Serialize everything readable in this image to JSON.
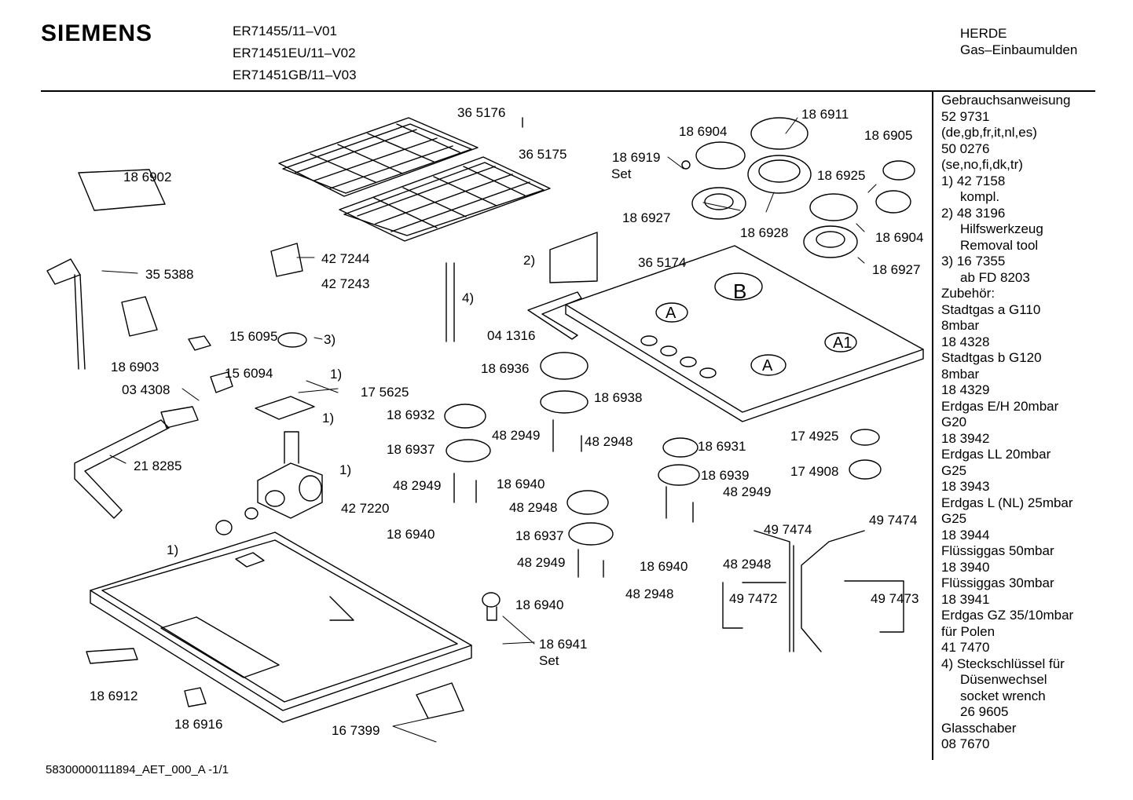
{
  "header": {
    "brand": "SIEMENS",
    "models": [
      "ER71455/11–V01",
      "ER71451EU/11–V02",
      "ER71451GB/11–V03"
    ],
    "category": "HERDE",
    "subcategory": "Gas–Einbaumulden"
  },
  "sidebar": [
    {
      "text": "Gebrauchsanweisung",
      "indent": false
    },
    {
      "text": "52 9731",
      "indent": false
    },
    {
      "text": "(de,gb,fr,it,nl,es)",
      "indent": false
    },
    {
      "text": "50 0276",
      "indent": false
    },
    {
      "text": "(se,no,fi,dk,tr)",
      "indent": false
    },
    {
      "text": "1) 42 7158",
      "indent": false
    },
    {
      "text": "kompl.",
      "indent": true
    },
    {
      "text": "2) 48 3196",
      "indent": false
    },
    {
      "text": "Hilfswerkzeug",
      "indent": true
    },
    {
      "text": "Removal tool",
      "indent": true
    },
    {
      "text": "3) 16 7355",
      "indent": false
    },
    {
      "text": "ab FD 8203",
      "indent": true
    },
    {
      "text": "Zubehör:",
      "indent": false
    },
    {
      "text": "Stadtgas a G110",
      "indent": false
    },
    {
      "text": "8mbar",
      "indent": false
    },
    {
      "text": "18 4328",
      "indent": false
    },
    {
      "text": "Stadtgas b G120",
      "indent": false
    },
    {
      "text": "8mbar",
      "indent": false
    },
    {
      "text": "18 4329",
      "indent": false
    },
    {
      "text": "Erdgas E/H 20mbar",
      "indent": false
    },
    {
      "text": "G20",
      "indent": false
    },
    {
      "text": "18 3942",
      "indent": false
    },
    {
      "text": "Erdgas LL 20mbar",
      "indent": false
    },
    {
      "text": "G25",
      "indent": false
    },
    {
      "text": "18 3943",
      "indent": false
    },
    {
      "text": "Erdgas L (NL) 25mbar",
      "indent": false
    },
    {
      "text": "G25",
      "indent": false
    },
    {
      "text": "18 3944",
      "indent": false
    },
    {
      "text": "Flüssiggas 50mbar",
      "indent": false
    },
    {
      "text": "18 3940",
      "indent": false
    },
    {
      "text": "Flüssiggas 30mbar",
      "indent": false
    },
    {
      "text": "18 3941",
      "indent": false
    },
    {
      "text": "Erdgas GZ 35/10mbar",
      "indent": false
    },
    {
      "text": "für Polen",
      "indent": false
    },
    {
      "text": "41 7470",
      "indent": false
    },
    {
      "text": "4) Steckschlüssel für",
      "indent": false
    },
    {
      "text": "Düsenwechsel",
      "indent": true
    },
    {
      "text": "socket wrench",
      "indent": true
    },
    {
      "text": "26 9605",
      "indent": true
    },
    {
      "text": "Glasschaber",
      "indent": false
    },
    {
      "text": "08 7670",
      "indent": false
    }
  ],
  "footer": "58300000111894_AET_000_A   -1/1",
  "parts": [
    "36 5176",
    "36 5175",
    "18 6902",
    "35 5388",
    "18 6903",
    "42 7244",
    "42 7243",
    "15 6095",
    "3)",
    "15 6094",
    "1)",
    "17 5625",
    "03 4308",
    "1)",
    "21 8285",
    "1)",
    "42 7220",
    "1)",
    "4)",
    "04 1316",
    "2)",
    "18 6936",
    "18 6938",
    "18 6932",
    "48 2949",
    "48 2948",
    "18 6937",
    "48 2949",
    "18 6940",
    "48 2948",
    "18 6940",
    "18 6937",
    "48 2949",
    "48 2948",
    "18 6940",
    "18 6941",
    "Set",
    "18 6912",
    "18 6916",
    "16 7399",
    "18 6904",
    "18 6911",
    "18 6919",
    "Set",
    "18 6905",
    "18 6925",
    "18 6927",
    "18 6928",
    "18 6904",
    "18 6927",
    "36 5174",
    "18 6931",
    "18 6939",
    "48 2949",
    "18 6940",
    "48 2948",
    "17 4925",
    "17 4908",
    "49 7474",
    "49 7474",
    "49 7472",
    "49 7473",
    "B",
    "A",
    "A",
    "A1"
  ]
}
